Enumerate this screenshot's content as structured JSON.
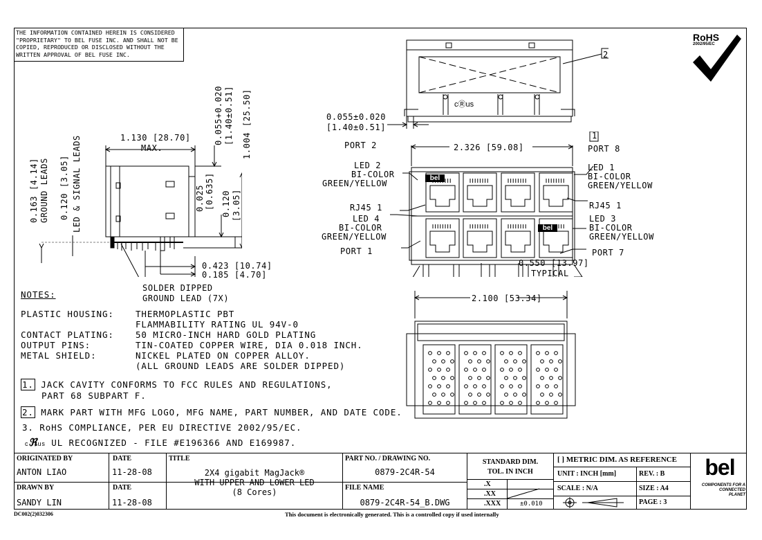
{
  "proprietary": [
    "THE INFORMATION CONTAINED HEREIN IS CONSIDERED",
    "\"PROPRIETARY\" TO BEL FUSE INC. AND SHALL NOT BE",
    "COPIED, REPRODUCED OR DISCLOSED WITHOUT THE",
    "WRITTEN APPROVAL OF BEL FUSE INC."
  ],
  "rohs": {
    "label": "RoHS",
    "directive": "2002/95/EC"
  },
  "side_view": {
    "dim_width": "1.130 [28.70]",
    "dim_width_sub": "MAX.",
    "dim_top_offset": "0.055+0.020",
    "dim_top_offset_metric": "[1.40±0.51]",
    "dim_height": "1.004 [25.50]",
    "dim_ground_leads": "0.163 [4.14]",
    "ground_leads_label": "GROUND LEADS",
    "dim_signal_leads": "0.120 [3.05]",
    "signal_leads_label": "LED & SIGNAL LEADS",
    "dim_pin_a": "0.025",
    "dim_pin_a_metric": "[0.635]",
    "dim_pin_b": "0.120",
    "dim_pin_b_metric": "[3.05]",
    "dim_row_1": "0.423 [10.74]",
    "dim_row_2": "0.185 [4.70]",
    "callout_1": "SOLDER DIPPED",
    "callout_2": "GROUND LEAD (7X)"
  },
  "top_view": {
    "dim": "0.055±0.020",
    "dim_metric": "[1.40±0.51]",
    "marker": "2",
    "ul_mark": "cⓇus"
  },
  "front_view": {
    "dim_width": "2.326 [59.08]",
    "marker": "1",
    "port_2": "PORT 2",
    "port_8": "PORT 8",
    "port_1": "PORT 1",
    "port_7": "PORT 7",
    "led2": [
      "LED 2",
      "BI-COLOR",
      "GREEN/YELLOW"
    ],
    "led1": [
      "LED 1",
      "BI-COLOR",
      "GREEN/YELLOW"
    ],
    "led4": [
      "LED 4",
      "BI-COLOR",
      "GREEN/YELLOW"
    ],
    "led3": [
      "LED 3",
      "BI-COLOR",
      "GREEN/YELLOW"
    ],
    "rj45_left": "RJ45 1",
    "rj45_right": "RJ45 1",
    "dim_pitch": "0.550 [13.97]",
    "dim_pitch_sub": "TYPICAL",
    "logo": "bel"
  },
  "bottom_view": {
    "dim_width": "2.100 [53.34]"
  },
  "notes": {
    "heading": "NOTES:",
    "specs": [
      {
        "label": "PLASTIC HOUSING:",
        "lines": [
          "THERMOPLASTIC PBT",
          "FLAMMABILITY RATING UL 94V-0"
        ]
      },
      {
        "label": "CONTACT PLATING:",
        "lines": [
          "50 MICRO-INCH HARD GOLD PLATING"
        ]
      },
      {
        "label": "OUTPUT PINS:",
        "lines": [
          "TIN-COATED COPPER WIRE, DIA 0.018 INCH."
        ]
      },
      {
        "label": "METAL SHIELD:",
        "lines": [
          "NICKEL PLATED ON COPPER ALLOY.",
          "(ALL GROUND LEADS ARE SOLDER DIPPED)"
        ]
      }
    ],
    "note1_num": "1.",
    "note1": [
      "JACK CAVITY CONFORMS TO FCC RULES AND REGULATIONS,",
      "PART 68 SUBPART F."
    ],
    "note2_num": "2.",
    "note2": "MARK PART WITH MFG LOGO, MFG NAME, PART NUMBER, AND DATE CODE.",
    "note3": "3. RoHS COMPLIANCE, PER EU DIRECTIVE 2002/95/EC.",
    "note4_prefix": "c",
    "note4_suffix": "us",
    "note4": "UL RECOGNIZED - FILE #E196366 AND E169987."
  },
  "title_block": {
    "originated_by_label": "ORIGINATED BY",
    "originated_by": "ANTON LIAO",
    "date_label": "DATE",
    "date_1": "11-28-08",
    "drawn_by_label": "DRAWN BY",
    "drawn_by": "SANDY LIN",
    "date_2": "11-28-08",
    "title_label": "TITLE",
    "title": [
      "2X4 gigabit MagJack®",
      "WITH UPPER AND LOWER LED",
      "(8 Cores)"
    ],
    "part_no_label": "PART NO. / DRAWING NO.",
    "part_no": "0879-2C4R-54",
    "file_name_label": "FILE NAME",
    "file_name": "0879-2C4R-54_B.DWG",
    "std_dim_1": "STANDARD DIM.",
    "std_dim_2": "TOL. IN INCH",
    "tol_x": ".X",
    "tol_xx": ".XX",
    "tol_xxx": ".XXX",
    "tol_xxx_val": "±0.010",
    "metric_ref": "[ ] METRIC DIM. AS REFERENCE",
    "unit": "UNIT : INCH [mm]",
    "rev": "REV. :   B",
    "scale": "SCALE :    N/A",
    "size": "SIZE :  A4",
    "page": "PAGE :  3",
    "logo": "bel",
    "tagline": [
      "COMPONENTS FOR A",
      "CONNECTED",
      "PLANET"
    ]
  },
  "footer": {
    "doc_code": "DC002(2)032306",
    "notice": "This document is electronically generated. This is a controlled copy if used internally"
  }
}
